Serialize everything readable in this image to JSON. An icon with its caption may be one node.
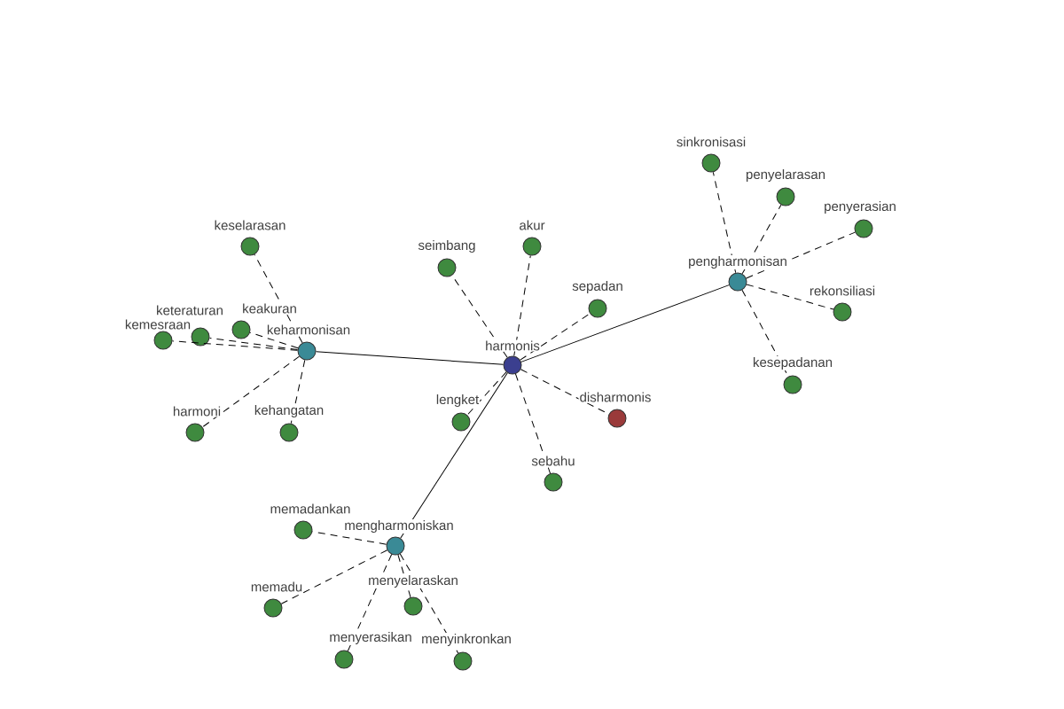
{
  "diagram": {
    "nodes": [
      {
        "text": [
          "harmonis"
        ]
      },
      {
        "text": [
          "keharmonisan"
        ]
      },
      {
        "text": [
          "pengharmonisan"
        ]
      },
      {
        "text": [
          "mengharmoniskan"
        ]
      },
      {
        "text": [
          "keselarasan"
        ]
      },
      {
        "text": [
          "keteraturan"
        ]
      },
      {
        "text": [
          "kemesraan"
        ]
      },
      {
        "text": [
          "keakuran"
        ]
      },
      {
        "text": [
          "harmoni"
        ]
      },
      {
        "text": [
          "kehangatan"
        ]
      },
      {
        "text": [
          "seimbang"
        ]
      },
      {
        "text": [
          "akur"
        ]
      },
      {
        "text": [
          "sepadan"
        ]
      },
      {
        "text": [
          "lengket"
        ]
      },
      {
        "text": [
          "disharmonis"
        ]
      },
      {
        "text": [
          "sebahu"
        ]
      },
      {
        "text": [
          "sinkronisasi"
        ]
      },
      {
        "text": [
          "penyelarasan"
        ]
      },
      {
        "text": [
          "penyerasian"
        ]
      },
      {
        "text": [
          "rekonsiliasi"
        ]
      },
      {
        "text": [
          "kesepadanan"
        ]
      },
      {
        "text": [
          "memadankan"
        ]
      },
      {
        "text": [
          "memadu"
        ]
      },
      {
        "text": [
          "menyelaraskan"
        ]
      },
      {
        "text": [
          "menyerasikan"
        ]
      },
      {
        "text": [
          "menyinkronkan"
        ]
      }
    ],
    "edges": [
      {
        "from": 0,
        "to": 1,
        "arrow": "none"
      },
      {
        "from": 0,
        "to": 2,
        "arrow": "none"
      },
      {
        "from": 0,
        "to": 3,
        "arrow": "none"
      },
      {
        "from": 1,
        "to": 4,
        "arrow": "none",
        "style": "dashed"
      },
      {
        "from": 1,
        "to": 5,
        "arrow": "none",
        "style": "dashed"
      },
      {
        "from": 1,
        "to": 6,
        "arrow": "none",
        "style": "dashed"
      },
      {
        "from": 1,
        "to": 7,
        "arrow": "none",
        "style": "dashed"
      },
      {
        "from": 1,
        "to": 8,
        "arrow": "none",
        "style": "dashed"
      },
      {
        "from": 1,
        "to": 9,
        "arrow": "none",
        "style": "dashed"
      },
      {
        "from": 0,
        "to": 10,
        "arrow": "none",
        "style": "dashed"
      },
      {
        "from": 0,
        "to": 11,
        "arrow": "none",
        "style": "dashed"
      },
      {
        "from": 0,
        "to": 12,
        "arrow": "none",
        "style": "dashed"
      },
      {
        "from": 0,
        "to": 13,
        "arrow": "none",
        "style": "dashed"
      },
      {
        "from": 0,
        "to": 14,
        "arrow": "none",
        "style": "dashed"
      },
      {
        "from": 0,
        "to": 15,
        "arrow": "none",
        "style": "dashed"
      },
      {
        "from": 2,
        "to": 16,
        "arrow": "none",
        "style": "dashed"
      },
      {
        "from": 2,
        "to": 17,
        "arrow": "none",
        "style": "dashed"
      },
      {
        "from": 2,
        "to": 18,
        "arrow": "none",
        "style": "dashed"
      },
      {
        "from": 2,
        "to": 19,
        "arrow": "none",
        "style": "dashed"
      },
      {
        "from": 2,
        "to": 20,
        "arrow": "none",
        "style": "dashed"
      },
      {
        "from": 3,
        "to": 21,
        "arrow": "none",
        "style": "dashed"
      },
      {
        "from": 3,
        "to": 22,
        "arrow": "none",
        "style": "dashed"
      },
      {
        "from": 3,
        "to": 23,
        "arrow": "none",
        "style": "dashed"
      },
      {
        "from": 3,
        "to": 24,
        "arrow": "none",
        "style": "dashed"
      },
      {
        "from": 3,
        "to": 25,
        "arrow": "none",
        "style": "dashed"
      }
    ]
  }
}
